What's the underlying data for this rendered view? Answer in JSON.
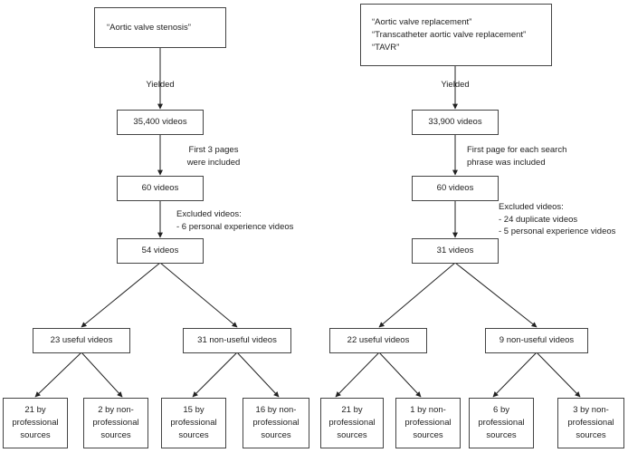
{
  "left": {
    "search": "“Aortic valve stenosis”",
    "yielded": "Yielded",
    "total": "35,400 videos",
    "inclusion": [
      "First 3 pages",
      "were included"
    ],
    "screened": "60 videos",
    "excluded": [
      "Excluded videos:",
      "- 6 personal experience videos"
    ],
    "final": "54 videos",
    "useful": "23 useful videos",
    "nonuseful": "31 non-useful videos",
    "leaves": [
      [
        "21 by",
        "professional",
        "sources"
      ],
      [
        "2 by non-",
        "professional",
        "sources"
      ],
      [
        "15 by",
        "professional",
        "sources"
      ],
      [
        "16 by non-",
        "professional",
        "sources"
      ]
    ]
  },
  "right": {
    "search": [
      "“Aortic valve replacement”",
      "“Transcatheter aortic valve replacement”",
      "“TAVR”"
    ],
    "yielded": "Yielded",
    "total": "33,900 videos",
    "inclusion": [
      "First page for each search",
      "phrase was included"
    ],
    "screened": "60 videos",
    "excluded": [
      "Excluded videos:",
      "- 24 duplicate videos",
      "- 5 personal experience videos"
    ],
    "final": "31 videos",
    "useful": "22 useful videos",
    "nonuseful": "9 non-useful videos",
    "leaves": [
      [
        "21 by",
        "professional",
        "sources"
      ],
      [
        "1 by non-",
        "professional",
        "sources"
      ],
      [
        "6 by",
        "professional",
        "sources"
      ],
      [
        "3 by non-",
        "professional",
        "sources"
      ]
    ]
  }
}
